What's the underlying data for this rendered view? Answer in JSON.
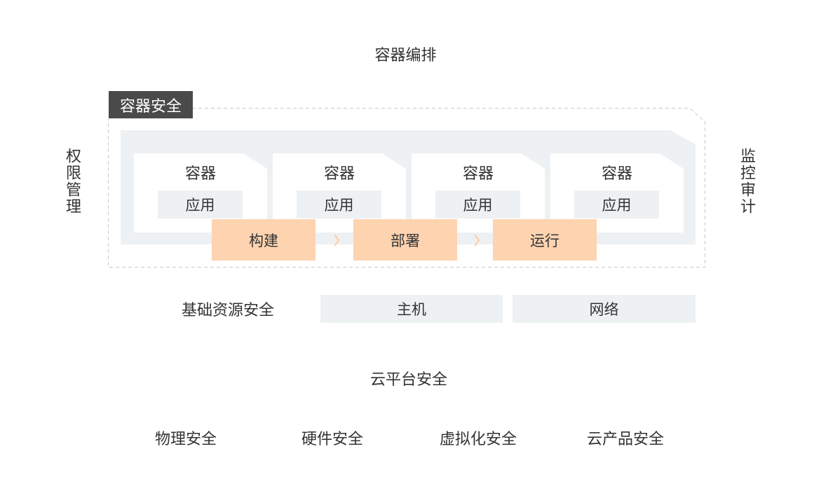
{
  "left_panel": {
    "label": "权限管理"
  },
  "right_panel": {
    "label": "监控审计"
  },
  "orchestration": {
    "label": "容器编排"
  },
  "container_security": {
    "label": "容器安全",
    "containers": [
      {
        "title": "容器",
        "app": "应用"
      },
      {
        "title": "容器",
        "app": "应用"
      },
      {
        "title": "容器",
        "app": "应用"
      },
      {
        "title": "容器",
        "app": "应用"
      }
    ],
    "steps": [
      "构建",
      "部署",
      "运行"
    ]
  },
  "infrastructure": {
    "label": "基础资源安全",
    "items": [
      "主机",
      "网络"
    ]
  },
  "cloud_platform": {
    "label": "云平台安全"
  },
  "bottom_items": [
    "物理安全",
    "硬件安全",
    "虚拟化安全",
    "云产品安全"
  ]
}
